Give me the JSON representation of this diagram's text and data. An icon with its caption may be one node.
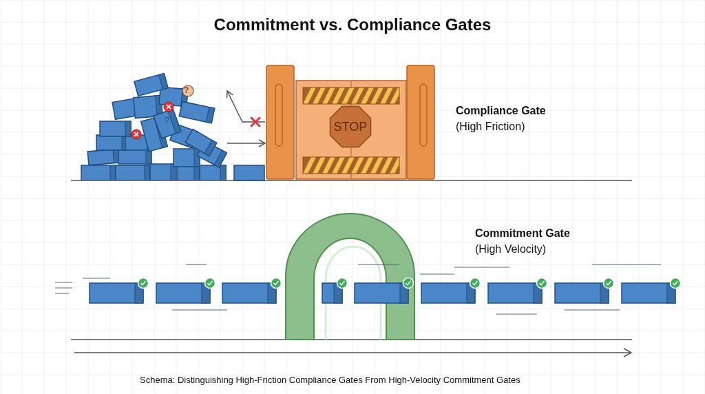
{
  "diagram": {
    "title": "Commitment vs. Compliance Gates",
    "caption": "Schema: Distinguishing High-Friction Compliance Gates From High-Velocity Commitment Gates",
    "nodes": [
      {
        "text": [],
        "shape": "picture"
      },
      {
        "text": [
          "STOP"
        ],
        "beside": [
          "Compliance Gate",
          "(High Friction)"
        ]
      },
      {
        "text": [],
        "shape": "picture",
        "beside": [
          "Commitment Gate",
          "(High Velocity)"
        ]
      }
    ],
    "edges": [
      {
        "from": 0,
        "to": 1,
        "arrow": "to"
      },
      {
        "from": 1,
        "to": 0,
        "arrow": "to"
      }
    ],
    "labels": [
      "?",
      "?"
    ]
  }
}
